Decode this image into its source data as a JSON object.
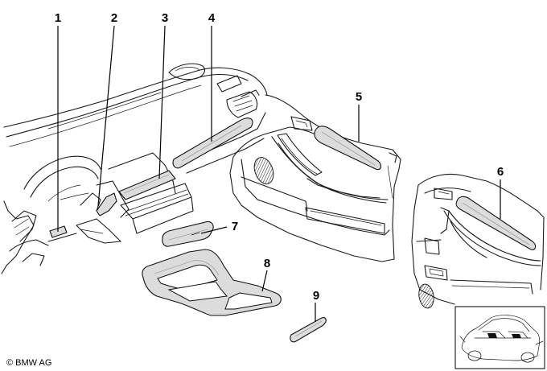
{
  "callouts": [
    {
      "id": "1",
      "label": "1"
    },
    {
      "id": "2",
      "label": "2"
    },
    {
      "id": "3",
      "label": "3"
    },
    {
      "id": "4",
      "label": "4"
    },
    {
      "id": "5",
      "label": "5"
    },
    {
      "id": "6",
      "label": "6"
    },
    {
      "id": "7",
      "label": "7"
    },
    {
      "id": "8",
      "label": "8"
    },
    {
      "id": "9",
      "label": "9"
    }
  ],
  "copyright": "© BMW AG",
  "colors": {
    "line": "#1a1a1a",
    "trim_fill": "#dcdcdc",
    "background": "#ffffff"
  }
}
